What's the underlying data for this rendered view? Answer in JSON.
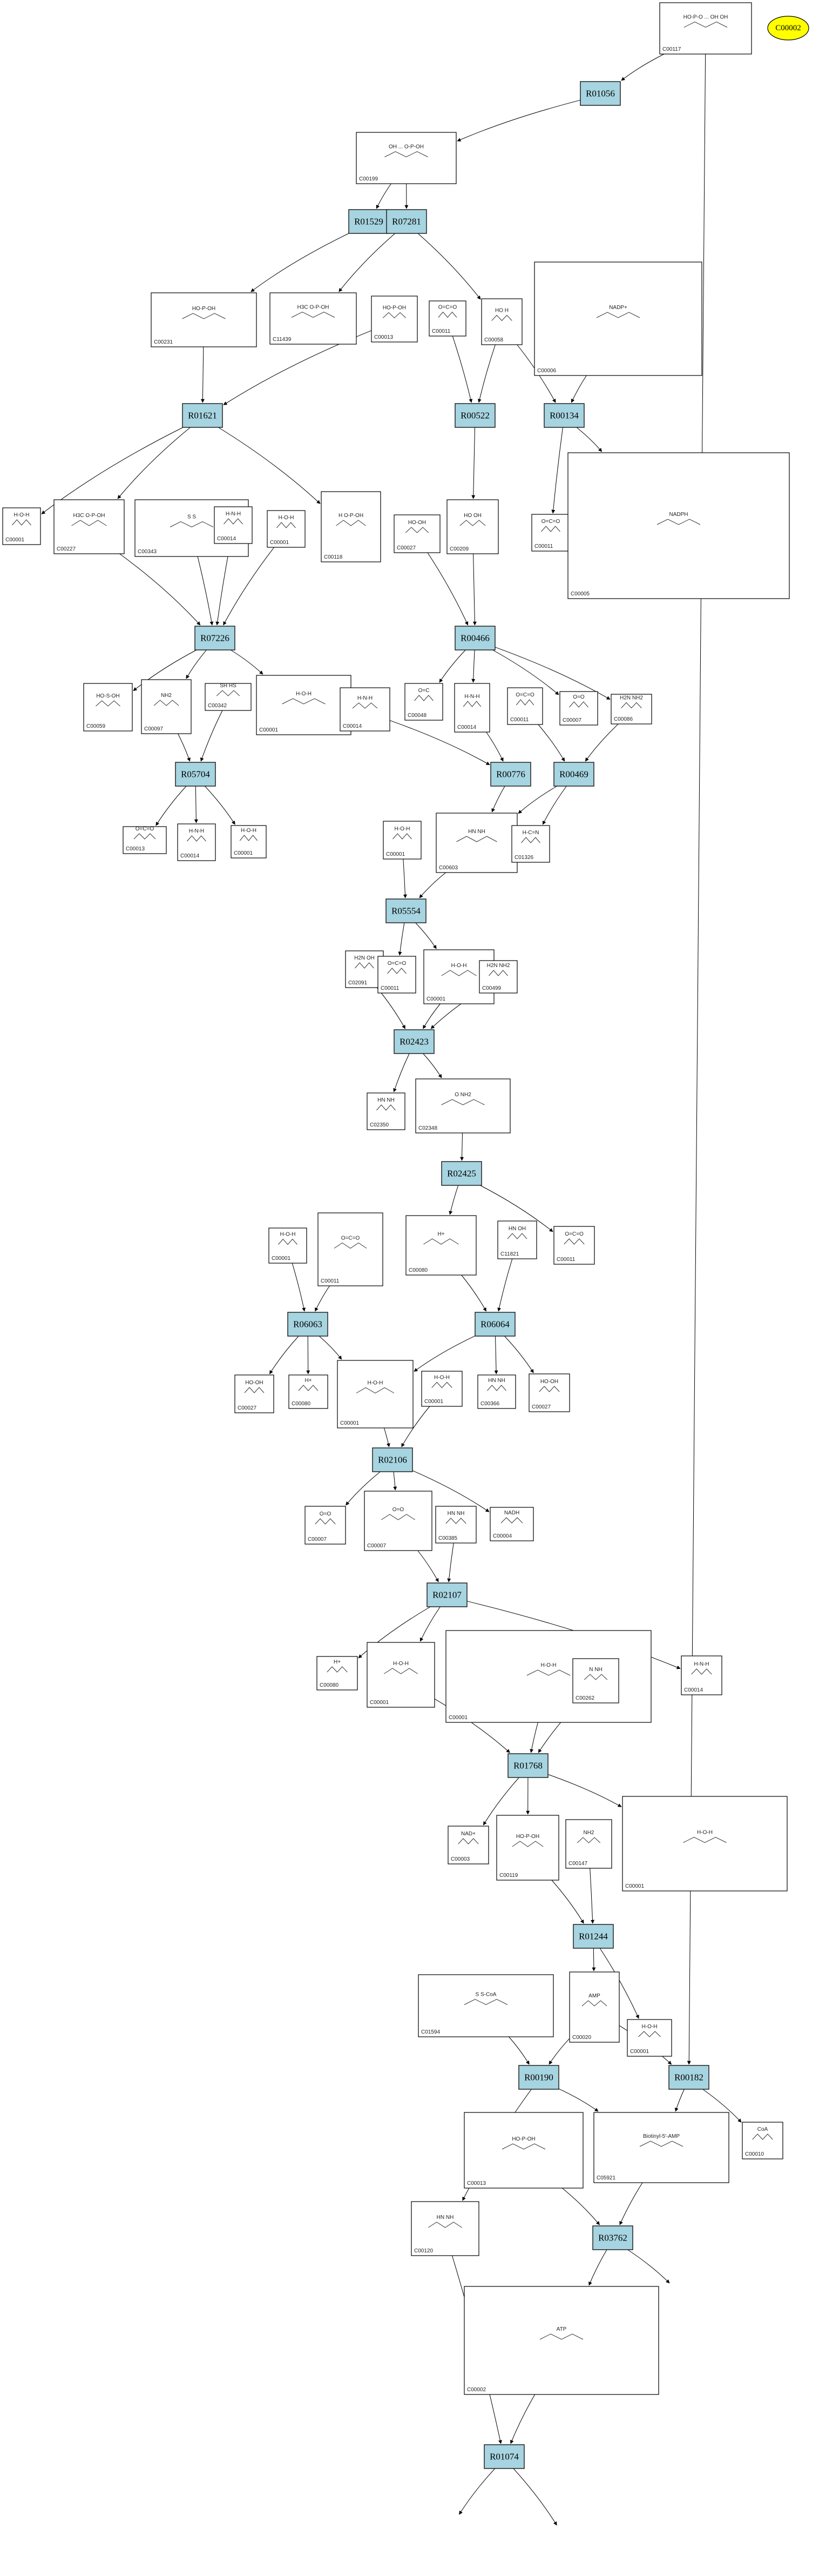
{
  "root_node": {
    "id": "C00002"
  },
  "reactions": [
    {
      "id": "R01056"
    },
    {
      "id": "R01529"
    },
    {
      "id": "R07281"
    },
    {
      "id": "R01621"
    },
    {
      "id": "R00522"
    },
    {
      "id": "R00134"
    },
    {
      "id": "R07226"
    },
    {
      "id": "R00466"
    },
    {
      "id": "R05704"
    },
    {
      "id": "R00776"
    },
    {
      "id": "R00469"
    },
    {
      "id": "R05554"
    },
    {
      "id": "R02423"
    },
    {
      "id": "R02425"
    },
    {
      "id": "R06063"
    },
    {
      "id": "R06064"
    },
    {
      "id": "R02106"
    },
    {
      "id": "R02107"
    },
    {
      "id": "R01768"
    },
    {
      "id": "R01244"
    },
    {
      "id": "R00190"
    },
    {
      "id": "R00182"
    },
    {
      "id": "R03762"
    },
    {
      "id": "R01074"
    }
  ],
  "compounds": [
    {
      "id": "C00117",
      "formula": "HO-P-O ... OH OH"
    },
    {
      "id": "C00199",
      "formula": "OH ... O-P-OH"
    },
    {
      "id": "C00231",
      "formula": "HO-P-OH"
    },
    {
      "id": "C11439",
      "formula": "H3C  O-P-OH"
    },
    {
      "id": "C00013",
      "formula": "HO-P-OH"
    },
    {
      "id": "C00011",
      "formula": "O=C=O"
    },
    {
      "id": "C00058",
      "formula": "HO  H"
    },
    {
      "id": "C00006",
      "formula": "NADP+"
    },
    {
      "id": "C00001",
      "formula": "H-O-H"
    },
    {
      "id": "C00227",
      "formula": "H3C  O-P-OH"
    },
    {
      "id": "C00343",
      "formula": "S  S"
    },
    {
      "id": "C00014",
      "formula": "H-N-H"
    },
    {
      "id": "C00001",
      "formula": "H-O-H"
    },
    {
      "id": "C00118",
      "formula": "H  O-P-OH"
    },
    {
      "id": "C00027",
      "formula": "HO-OH"
    },
    {
      "id": "C00209",
      "formula": "HO  OH"
    },
    {
      "id": "C00011",
      "formula": "O=C=O"
    },
    {
      "id": "C00005",
      "formula": "NADPH"
    },
    {
      "id": "C00059",
      "formula": "HO-S-OH"
    },
    {
      "id": "C00097",
      "formula": "NH2"
    },
    {
      "id": "C00342",
      "formula": "SH  HS"
    },
    {
      "id": "C00001",
      "formula": "H-O-H"
    },
    {
      "id": "C00048",
      "formula": "O=C"
    },
    {
      "id": "C00014",
      "formula": "H-N-H"
    },
    {
      "id": "C00011",
      "formula": "O=C=O"
    },
    {
      "id": "C00007",
      "formula": "O=O"
    },
    {
      "id": "C00086",
      "formula": "H2N  NH2"
    },
    {
      "id": "C00014",
      "formula": "H-N-H"
    },
    {
      "id": "C00001",
      "formula": "H-O-H"
    },
    {
      "id": "C00603",
      "formula": "HN  NH"
    },
    {
      "id": "C01326",
      "formula": "H-C=N"
    },
    {
      "id": "C00013",
      "formula": "O=C=O"
    },
    {
      "id": "C00014",
      "formula": "H-N-H"
    },
    {
      "id": "C00001",
      "formula": "H-O-H"
    },
    {
      "id": "C02091",
      "formula": "H2N  OH"
    },
    {
      "id": "C00011",
      "formula": "O=C=O"
    },
    {
      "id": "C00001",
      "formula": "H-O-H"
    },
    {
      "id": "C00499",
      "formula": "H2N  NH2"
    },
    {
      "id": "C02350",
      "formula": "HN  NH"
    },
    {
      "id": "C02348",
      "formula": "O  NH2"
    },
    {
      "id": "C00011",
      "formula": "O=C=O"
    },
    {
      "id": "C00011",
      "formula": "O=C=O"
    },
    {
      "id": "C00001",
      "formula": "H-O-H"
    },
    {
      "id": "C00080",
      "formula": "H+"
    },
    {
      "id": "C11821",
      "formula": "HN  OH"
    },
    {
      "id": "C00027",
      "formula": "HO-OH"
    },
    {
      "id": "C00080",
      "formula": "H+"
    },
    {
      "id": "C00001",
      "formula": "H-O-H"
    },
    {
      "id": "C00001",
      "formula": "H-O-H"
    },
    {
      "id": "C00366",
      "formula": "HN  NH"
    },
    {
      "id": "C00027",
      "formula": "HO-OH"
    },
    {
      "id": "C00007",
      "formula": "O=O"
    },
    {
      "id": "C00007",
      "formula": "O=O"
    },
    {
      "id": "C00385",
      "formula": "HN  NH"
    },
    {
      "id": "C00004",
      "formula": "NADH"
    },
    {
      "id": "C00080",
      "formula": "H+"
    },
    {
      "id": "C00001",
      "formula": "H-O-H"
    },
    {
      "id": "C00001",
      "formula": "H-O-H"
    },
    {
      "id": "C00262",
      "formula": "N  NH"
    },
    {
      "id": "C00014",
      "formula": "H-N-H"
    },
    {
      "id": "C00003",
      "formula": "NAD+"
    },
    {
      "id": "C00119",
      "formula": "HO-P-OH"
    },
    {
      "id": "C00147",
      "formula": "NH2"
    },
    {
      "id": "C00001",
      "formula": "H-O-H"
    },
    {
      "id": "C01594",
      "formula": "S  S-CoA"
    },
    {
      "id": "C00020",
      "formula": "AMP"
    },
    {
      "id": "C00001",
      "formula": "H-O-H"
    },
    {
      "id": "C00013",
      "formula": "HO-P-OH"
    },
    {
      "id": "C05921",
      "formula": "Biotinyl-5'-AMP"
    },
    {
      "id": "C00010",
      "formula": "CoA"
    },
    {
      "id": "C00120",
      "formula": "HN  NH"
    },
    {
      "id": "C00002",
      "formula": "ATP"
    }
  ]
}
